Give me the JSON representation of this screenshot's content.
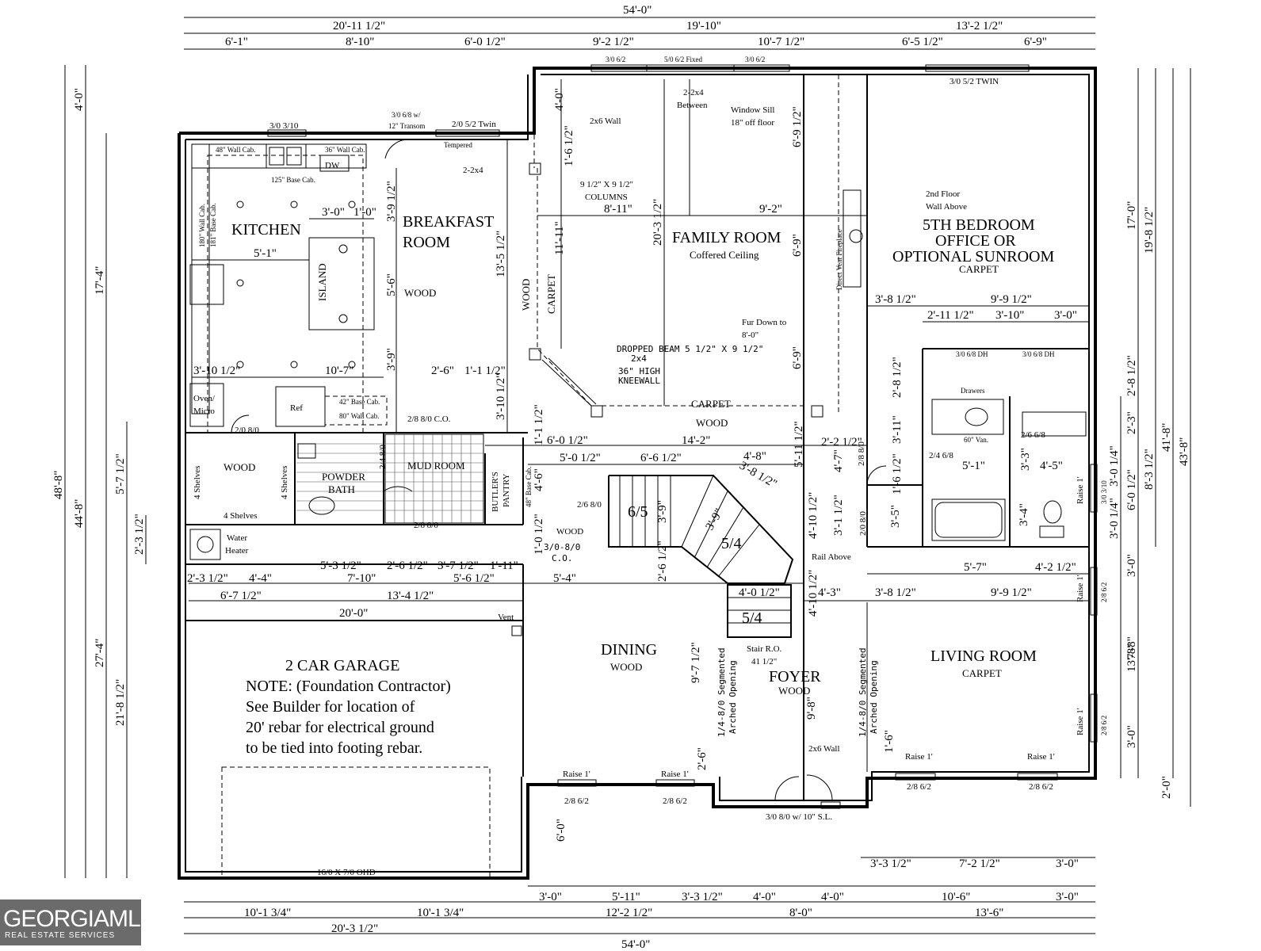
{
  "rooms": {
    "kitchen": "KITCHEN",
    "breakfast_1": "BREAKFAST",
    "breakfast_2": "ROOM",
    "breakfast_floor": "WOOD",
    "island": "ISLAND",
    "family": "FAMILY ROOM",
    "family_ceiling": "Coffered Ceiling",
    "bed_1": "5TH BEDROOM",
    "bed_2": "OFFICE OR",
    "bed_3": "OPTIONAL SUNROOM",
    "bed_floor": "CARPET",
    "garage_title": "2 CAR GARAGE",
    "garage_note_1": "NOTE: (Foundation Contractor)",
    "garage_note_2": "See Builder for location of",
    "garage_note_3": "20' rebar for electrical ground",
    "garage_note_4": "to be tied into footing rebar.",
    "dining": "DINING",
    "dining_floor": "WOOD",
    "foyer": "FOYER",
    "foyer_floor": "WOOD",
    "living": "LIVING ROOM",
    "living_floor": "CARPET",
    "pantry_floor": "WOOD",
    "powder_1": "POWDER",
    "powder_2": "BATH",
    "mud": "MUD ROOM",
    "butler_1": "BUTLER'S",
    "butler_2": "PANTRY",
    "water_1": "Water",
    "water_2": "Heater"
  },
  "dims": {
    "overall_top": "54'-0\"",
    "top_a": "20'-11 1/2\"",
    "top_b": "19'-10\"",
    "top_c": "13'-2 1/2\"",
    "top_d1": "6'-1\"",
    "top_d2": "8'-10\"",
    "top_d3": "6'-0 1/2\"",
    "top_d4": "9'-2 1/2\"",
    "top_d5": "10'-7 1/2\"",
    "top_d6": "6'-5 1/2\"",
    "top_d7": "6'-9\"",
    "overall_bottom": "54'-0\"",
    "bot_a": "20'-3 1/2\"",
    "bot_b1": "10'-1 3/4\"",
    "bot_b2": "10'-1 3/4\"",
    "bot_b3": "12'-2 1/2\"",
    "bot_b4": "8'-0\"",
    "bot_b5": "13'-6\"",
    "bot_c1": "3'-0\"",
    "bot_c2": "5'-11\"",
    "bot_c3": "3'-3 1/2\"",
    "bot_c4": "4'-0\"",
    "bot_c5": "4'-0\"",
    "bot_c6": "10'-6\"",
    "bot_c7": "3'-0\"",
    "bot_e1": "3'-3 1/2\"",
    "bot_e2": "7'-2 1/2\"",
    "bot_e3": "3'-0\"",
    "left_1": "48'-8\"",
    "left_2": "44'-8\"",
    "left_3": "4'-0\"",
    "left_4": "17'-4\"",
    "left_5": "27'-4\"",
    "left_6": "5'-7 1/2\"",
    "left_7": "21'-8 1/2\"",
    "left_8": "2'-3 1/2\"",
    "right_1": "43'-8\"",
    "right_2": "41'-8\"",
    "right_3": "19'-8 1/2\"",
    "right_4": "17'-0\"",
    "right_5": "8'-3 1/2\"",
    "right_6": "13'-8\"",
    "right_7": "2'-0\"",
    "right_8": "2'-8 1/2\"",
    "right_9": "2'-3\"",
    "right_10": "3'-0 1/4\"",
    "right_11": "6'-0 1/2\"",
    "right_12": "3'-0 1/4\"",
    "right_13": "3'-0\"",
    "right_14": "7'-8\"",
    "right_15": "3'-0\"",
    "k1": "3'-0\"",
    "k2": "1'-0\"",
    "k3": "5'-1\"",
    "k4": "3'-9 1/2\"",
    "k5": "5'-6\"",
    "k6": "3'-9\"",
    "k7": "3'-10 1/2\"",
    "k8": "10'-7\"",
    "k9": "2'-6\"",
    "k10": "1'-1 1/2\"",
    "k11": "13'-5 1/2\"",
    "k12": "3'-10 1/2\"",
    "f1": "4'-0\"",
    "f2": "1'-6 1/2\"",
    "f3": "11'-11\"",
    "f4": "8'-11\"",
    "f5": "9'-2\"",
    "f6": "20'-3 1/2\"",
    "f7": "6'-9 1/2\"",
    "f8": "6'-9\"",
    "f9": "6'-9\"",
    "b1": "3'-8 1/2\"",
    "b2": "9'-9 1/2\"",
    "b3": "2'-11 1/2\"",
    "b4": "3'-10\"",
    "b5": "3'-0\"",
    "b6": "2'-8 1/2\"",
    "b7": "3'-11\"",
    "b8": "2'-2 1/2\"",
    "b9": "4'-7\"",
    "b10": "1'-6 1/2\"",
    "b11": "5'-1\"",
    "b12": "3'-3\"",
    "b13": "4'-5\"",
    "b14": "3'-5\"",
    "b15": "3'-1 1/2\"",
    "b16": "3'-4\"",
    "m1": "6'-0 1/2\"",
    "m2": "14'-2\"",
    "m3": "5'-0 1/2\"",
    "m4": "6'-6 1/2\"",
    "m5": "4'-8\"",
    "m6": "3'-8 1/2\"",
    "m7": "5'-11 1/2\"",
    "m8": "4'-6\"",
    "m9": "1'-1 1/2\"",
    "m10": "1'-0 1/2\"",
    "m11": "3'-9\"",
    "m12": "3'-9\"",
    "m13": "4'-10 1/2\"",
    "m14": "4'-10 1/2\"",
    "m15": "2'-6 1/2\"",
    "m16": "4'-0 1/2\"",
    "m17": "4'-3\"",
    "m18": "3'-8 1/2\"",
    "m19": "9'-9 1/2\"",
    "m20": "5'-7\"",
    "m21": "4'-2 1/2\"",
    "g1": "5'-3 1/2\"",
    "g2": "2'-6 1/2\"",
    "g3": "3'-7 1/2\"",
    "g4": "1'-11\"",
    "g5": "2'-3 1/2\"",
    "g6": "4'-4\"",
    "g7": "7'-10\"",
    "g8": "5'-6 1/2\"",
    "g9": "5'-4\"",
    "g10": "6'-7 1/2\"",
    "g11": "13'-4 1/2\"",
    "g12": "20'-0\"",
    "d1": "9'-7 1/2\"",
    "d2": "2'-6\"",
    "d3": "6'-0\"",
    "d4": "9'-8\"",
    "d5": "1'-6\""
  },
  "notes": {
    "win_k": "3/0 3/10",
    "win_b1": "3/0 6/8 w/",
    "win_b2": "12\" Transom",
    "win_b3": "2/0 5/2 Twin",
    "tempered": "Tempered",
    "two_2x4": "2-2x4",
    "win_f1": "3/0 6/2",
    "win_f2": "5/0 6/2 Fixed",
    "win_f3": "3/0 6/2",
    "between_1": "2-2x4",
    "between_2": "Between",
    "sill_1": "Window Sill",
    "sill_2": "18\" off floor",
    "win_bed": "3/0 5/2 TWIN",
    "wall_2x6": "2x6 Wall",
    "col_1": "9 1/2\" X 9 1/2\"",
    "col_2": "COLUMNS",
    "floor2_1": "2nd Floor",
    "floor2_2": "Wall Above",
    "fireplace": "Direct Vent Fireplace",
    "fur_1": "Fur Down to",
    "fur_2": "8'-0\"",
    "beam_1": "DROPPED BEAM 5 1/2\" X 9 1/2\"",
    "beam_2": "2x4",
    "knee_1": "36\" HIGH",
    "knee_2": "KNEEWALL",
    "carpet_v": "CARPET",
    "wood_v": "WOOD",
    "carpet_h": "CARPET",
    "wood_h": "WOOD",
    "wall_cab_48": "48\" Wall Cab.",
    "wall_cab_36": "36\" Wall Cab.",
    "dw": "DW",
    "base_cab_125": "125\" Base Cab.",
    "wall_cab_180": "180\" Wall Cab.",
    "base_cab_181": "181\" Base Cab.",
    "oven_1": "Oven/",
    "oven_2": "Micro",
    "ref": "Ref",
    "base_cab_42": "42\" Base Cab.",
    "wall_cab_80": "80\" Wall Cab.",
    "co_door": "2/8 8/0 C.O.",
    "door_280": "2/0 8/0",
    "shelves_1": "4 Shelves",
    "shelves_2": "4 Shelves",
    "shelves_3": "4 Shelves",
    "door_248": "2/4 8/0",
    "door_mud": "2/8 8/0",
    "base_cab_48": "48\" Base Cab.",
    "stair_65": "6/5",
    "stair_54a": "5/4",
    "stair_54b": "5/4",
    "door_268": "2/6 8/0",
    "co_3080_1": "3/0-8/0",
    "co_3080_2": "C.O.",
    "wood_hall": "WOOD",
    "rail": "Rail Above",
    "stair_ro_1": "Stair R.O.",
    "stair_ro_2": "41 1/2\"",
    "arch_1": "1/4-8/0 Segmented",
    "arch_2": "Arched Opening",
    "arch_3": "1/4-8/0 Segmented",
    "arch_4": "Arched Opening",
    "dh_1": "3/0 6/8 DH",
    "dh_2": "3/0 6/8 DH",
    "drawers": "Drawers",
    "van": "60\" Van.",
    "door_268b": "2/6 6/8",
    "door_246": "2/4 6/8",
    "door_288": "2/8 8/0",
    "door_208": "2/0 8/0",
    "raise_r1": "Raise 1'",
    "win_r1": "3/0 3/10",
    "raise_r2": "Raise 1'",
    "win_r2": "2/8 6/2",
    "raise_r3": "Raise 1'",
    "win_r3": "2/8 6/2",
    "vent": "Vent",
    "ohd": "16/0 X 7/0 OHD",
    "raise_d1": "Raise 1'",
    "raise_d2": "Raise 1'",
    "win_d1": "2/8 6/2",
    "win_d2": "2/8 6/2",
    "raise_l1": "Raise 1'",
    "raise_l2": "Raise 1'",
    "win_l1": "2/8 6/2",
    "win_l2": "2/8 6/2",
    "front_door": "3/0 8/0 w/ 10\" S.L.",
    "wall_2x6b": "2x6 Wall"
  },
  "logo": {
    "brand": "GEORGIAMLS",
    "sub": "REAL ESTATE SERVICES"
  }
}
